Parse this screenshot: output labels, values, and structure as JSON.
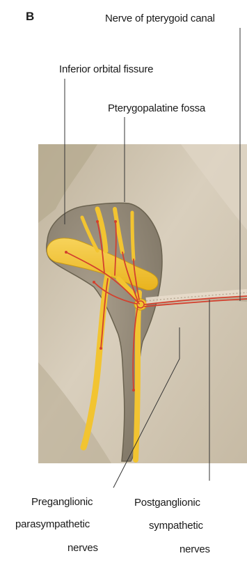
{
  "panel_letter": "B",
  "labels": {
    "nerve_of_pterygoid_canal": "Nerve of pterygoid canal",
    "inferior_orbital_fissure": "Inferior orbital fissure",
    "pterygopalatine_fossa": "Pterygopalatine fossa",
    "preganglionic": {
      "line1": "Preganglionic",
      "line2": "parasympathetic",
      "line3": "nerves"
    },
    "postganglionic": {
      "line1": "Postganglionic",
      "line2": "sympathetic",
      "line3": "nerves"
    }
  },
  "colors": {
    "bone": "#cbbfa9",
    "fossa": "#8f8574",
    "nerve_yellow": "#f2c431",
    "nerve_red": "#d3402e",
    "leader": "#333333"
  }
}
